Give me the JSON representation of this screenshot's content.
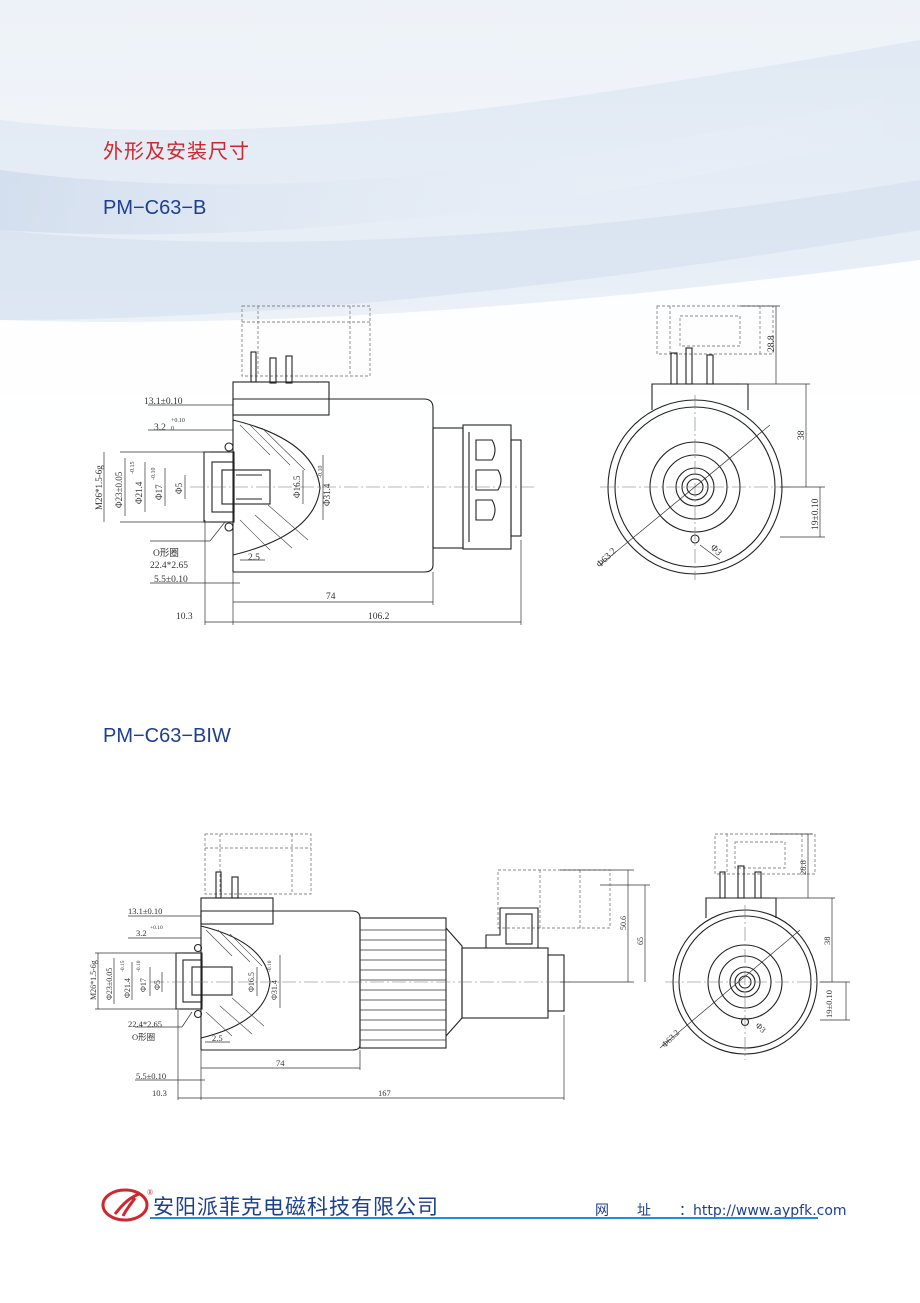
{
  "header": {
    "section_title": "外形及安装尺寸"
  },
  "models": [
    {
      "name": "PM−C63−B",
      "dims": {
        "d13": "13.1±0.10",
        "d32": "3.2",
        "d32_tol": "+0.10",
        "d32_tol2": "0",
        "m26": "M26*1.5-6g",
        "d23": "Φ23±0.05",
        "d21": "Φ21.4",
        "d21_tol": "0",
        "d21_tol2": "-0.15",
        "d17": "Φ17",
        "d17_tol": "0",
        "d17_tol2": "-0.10",
        "d5": "Φ5",
        "d165": "Φ16.5",
        "d314": "Φ31.4",
        "d314_tol": "0",
        "d314_tol2": "-0.10",
        "oring": "22.4*2.65",
        "oring_label": "O形圈",
        "d25": "2.5",
        "d55": "5.5±0.10",
        "d74": "74",
        "d103": "10.3",
        "d1062": "106.2",
        "d288": "28.8",
        "d38": "38",
        "d19": "19±0.10",
        "d632": "Φ63.2",
        "d3": "Φ3"
      }
    },
    {
      "name": "PM−C63−BIW",
      "dims": {
        "d13": "13.1±0.10",
        "d32": "3.2",
        "d32_tol": "+0.10",
        "m26": "M26*1.5-6g",
        "d23": "Φ23±0.05",
        "d21": "Φ21.4",
        "d21_tol": "-0.15",
        "d17": "Φ17",
        "d17_tol": "-0.10",
        "d5": "Φ5",
        "d165": "Φ16.5",
        "d314": "Φ31.4",
        "d314_tol": "-0.10",
        "oring": "22.4*2.65",
        "oring_label": "O形圈",
        "d25": "2.5",
        "d55": "5.5±0.10",
        "d74": "74",
        "d103": "10.3",
        "d167": "167",
        "d506": "50.6",
        "d65": "65",
        "d288": "28.8",
        "d38": "38",
        "d19": "19±0.10",
        "d632": "Φ63.2",
        "d3": "Φ3"
      }
    }
  ],
  "footer": {
    "company": "安阳派菲克电磁科技有限公司",
    "web_label": "网址",
    "web_sep": "：",
    "web_url": "http://www.aypfk.com",
    "registered": "®"
  },
  "colors": {
    "title_red": "#d0262e",
    "brand_blue": "#1d3f8f",
    "footer_line": "#1e8fd8",
    "logo_red": "#d0262e"
  }
}
